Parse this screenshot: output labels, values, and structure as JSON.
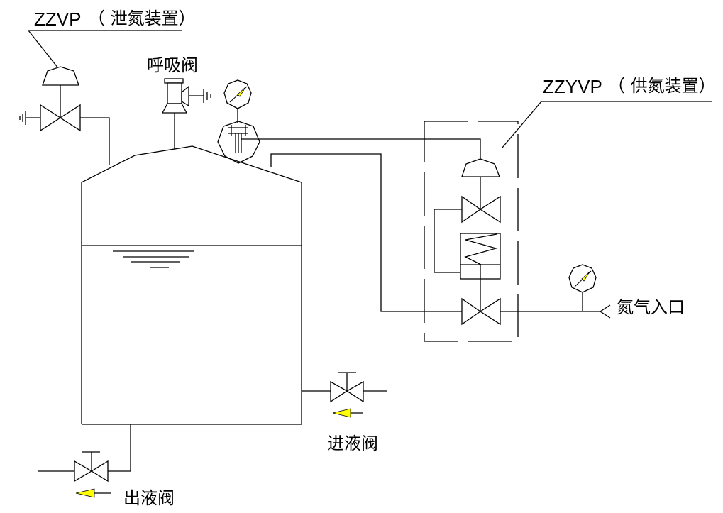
{
  "diagram": {
    "type": "process-flow-schematic",
    "labels": {
      "zzvp": "ZZVP",
      "zzvp_desc": "（ 泄氮装置）",
      "zzyvp": "ZZYVP",
      "zzyvp_desc": "（ 供氮装置）",
      "breather_valve": "呼吸阀",
      "nitrogen_inlet": "氮气入口",
      "inlet_valve": "进液阀",
      "outlet_valve": "出液阀"
    },
    "components": [
      {
        "id": "tank",
        "kind": "storage-tank"
      },
      {
        "id": "nitrogen-release-device",
        "kind": "pressure-control-valve",
        "label_key": "zzvp"
      },
      {
        "id": "breather-valve",
        "kind": "breather-valve",
        "label_key": "breather_valve"
      },
      {
        "id": "tank-pressure-gauge",
        "kind": "pressure-gauge"
      },
      {
        "id": "nitrogen-supply-device",
        "kind": "pressure-regulator-assembly",
        "label_key": "zzyvp"
      },
      {
        "id": "inlet-pressure-gauge",
        "kind": "pressure-gauge"
      },
      {
        "id": "liquid-inlet-valve",
        "kind": "gate-valve",
        "label_key": "inlet_valve"
      },
      {
        "id": "liquid-outlet-valve",
        "kind": "gate-valve",
        "label_key": "outlet_valve"
      }
    ],
    "colors": {
      "line": "#000000",
      "flow_arrow": "#ffff00",
      "gauge_needle": "#ffff00",
      "background": "#ffffff"
    }
  }
}
